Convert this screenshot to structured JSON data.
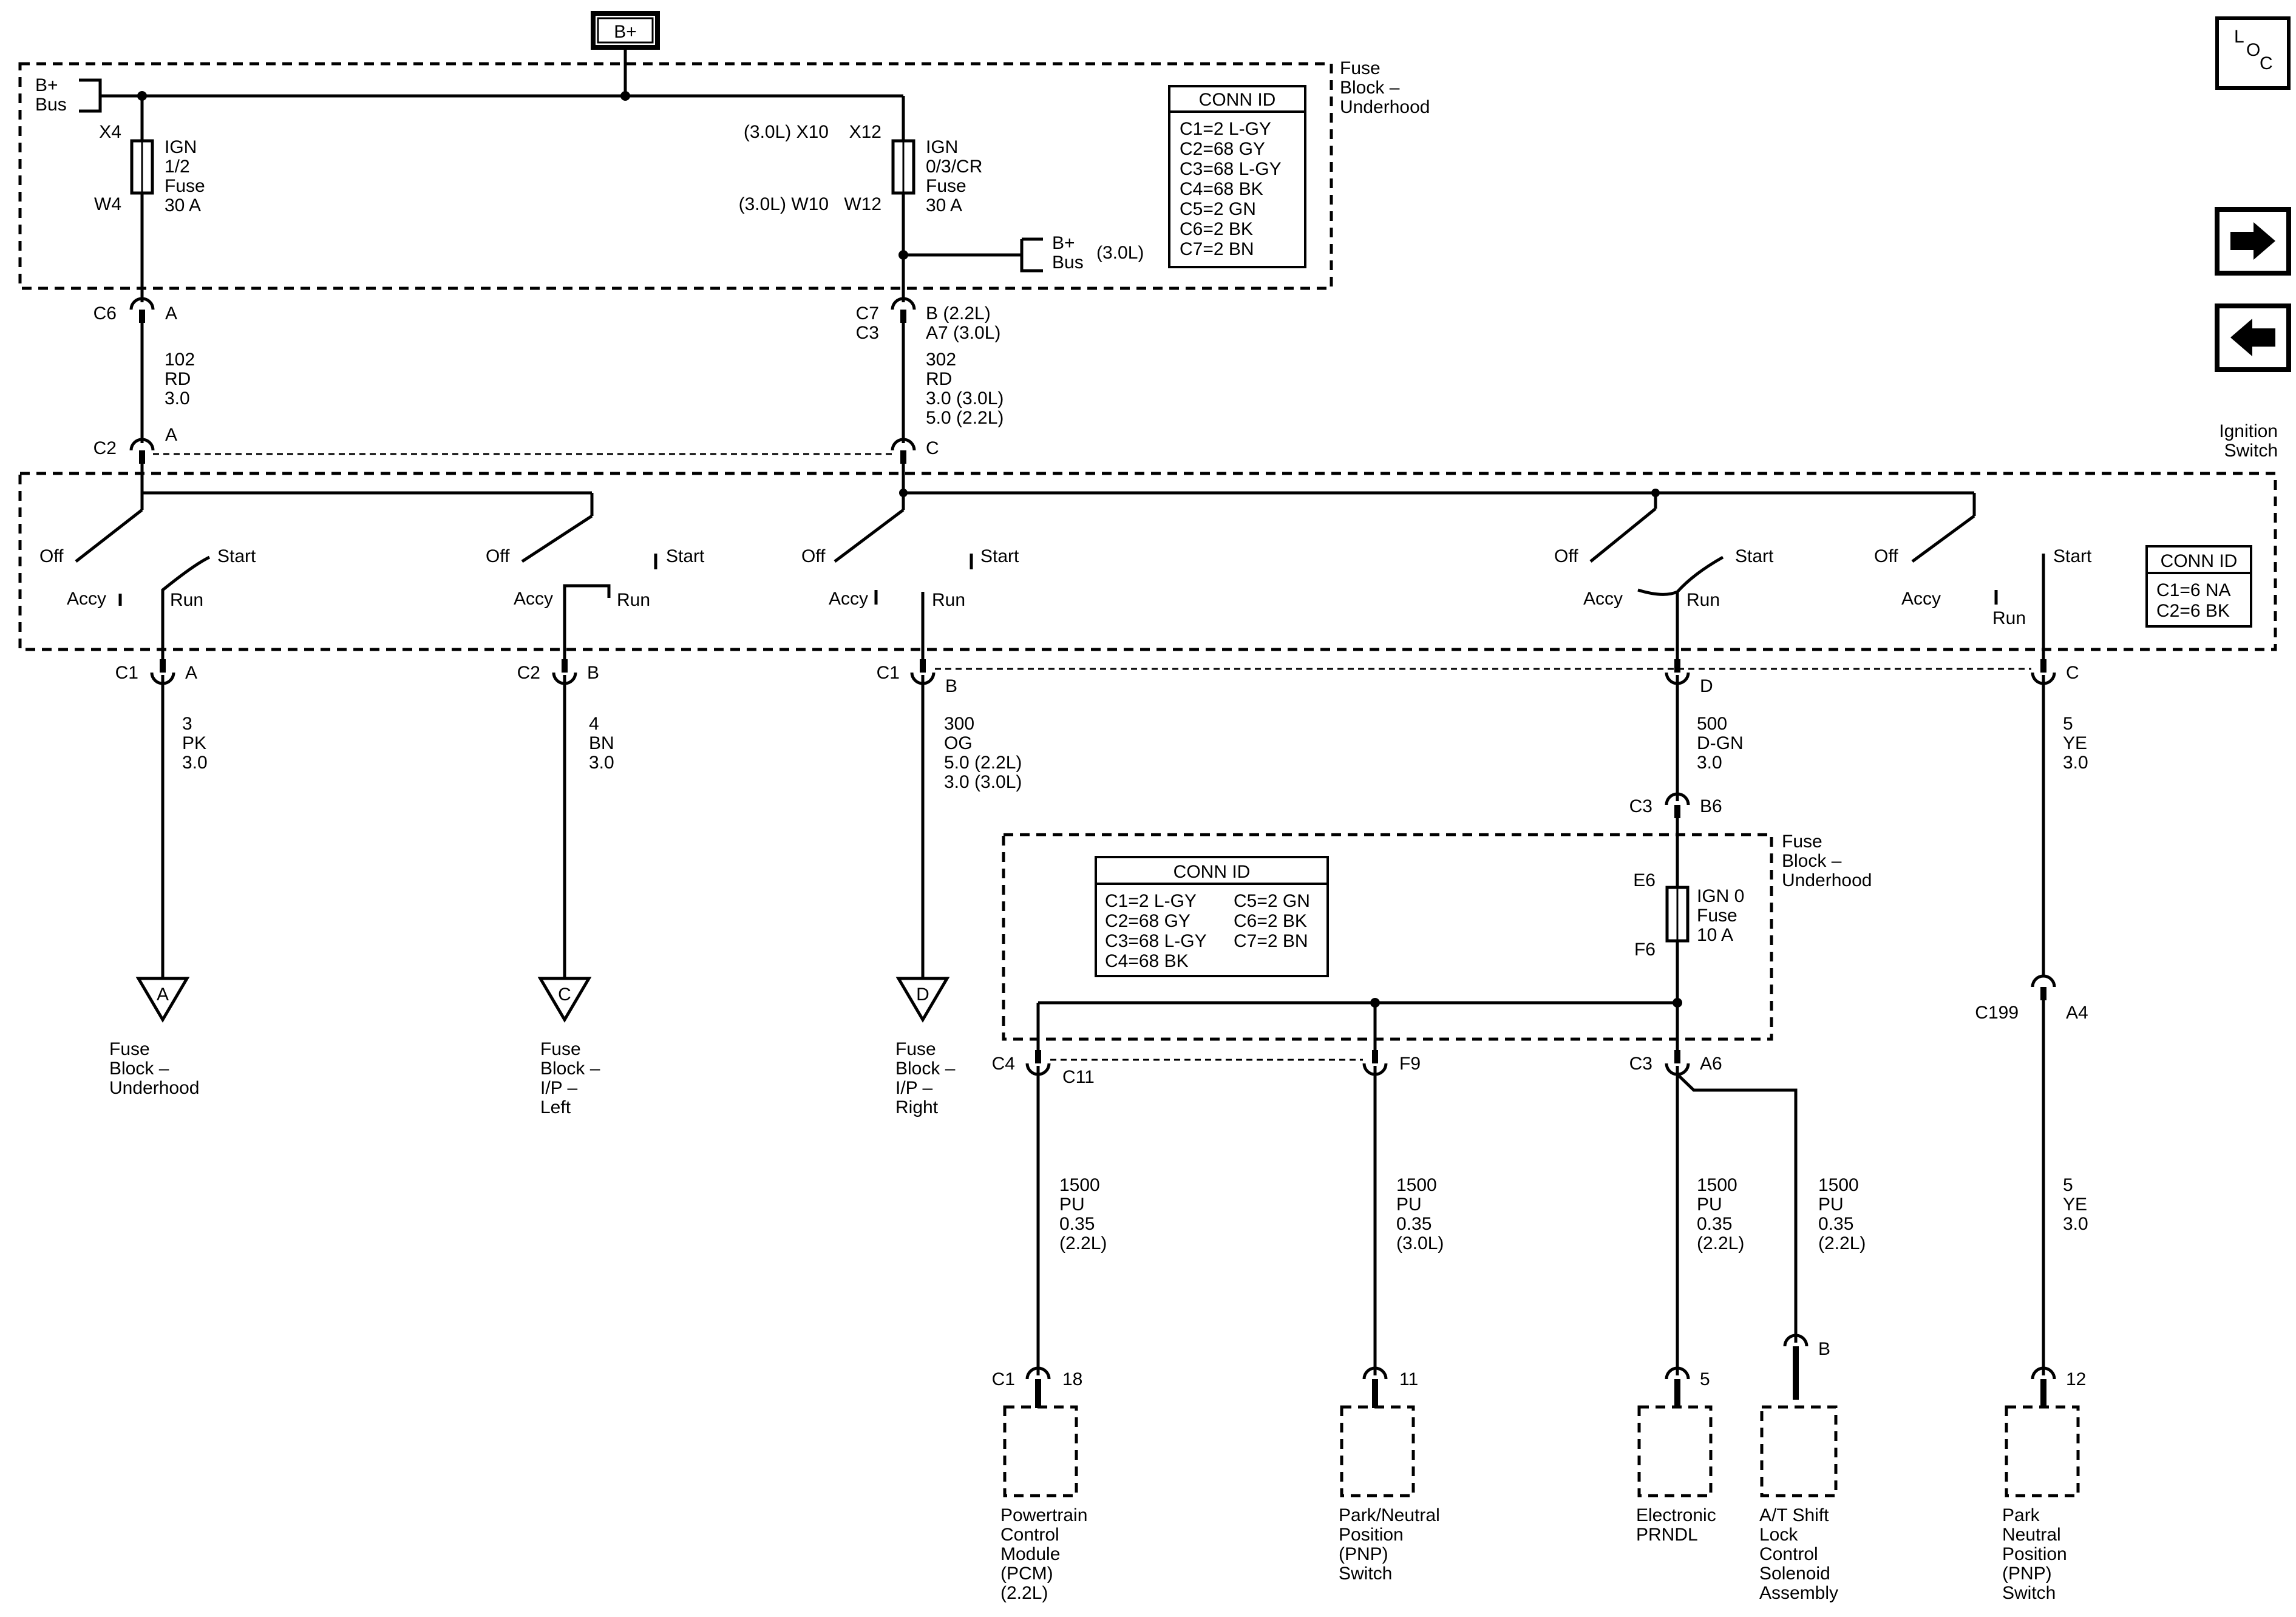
{
  "power": {
    "bplus": "B+"
  },
  "loc": {
    "l": "L",
    "o": "O",
    "c": "C"
  },
  "fuse_block_top": {
    "label": [
      "Fuse",
      "Block –",
      "Underhood"
    ],
    "bus": [
      "B+",
      "Bus"
    ],
    "bus2": [
      "B+",
      "Bus",
      "(3.0L)"
    ],
    "fuse1": {
      "top_pin": "X4",
      "bottom_pin": "W4",
      "label": [
        "IGN",
        "1/2",
        "Fuse",
        "30 A"
      ]
    },
    "fuse2": {
      "top_pin": "X12",
      "top_alt": "(3.0L) X10",
      "bottom_pin": "W12",
      "bottom_alt": "(3.0L) W10",
      "label": [
        "IGN",
        "0/3/CR",
        "Fuse",
        "30 A"
      ]
    },
    "conn_id": {
      "title": "CONN ID",
      "rows": [
        "C1=2 L-GY",
        "C2=68 GY",
        "C3=68 L-GY",
        "C4=68 BK",
        "C5=2 GN",
        "C6=2 BK",
        "C7=2 BN"
      ]
    }
  },
  "connectors_upper": {
    "c6": {
      "conn": "C6",
      "pin": "A"
    },
    "c7": {
      "conn1": "C7",
      "conn2": "C3",
      "pin1": "B (2.2L)",
      "pin2": "A7 (3.0L)"
    },
    "c2a": {
      "conn": "C2",
      "pin": "A"
    },
    "c2c": {
      "pin": "C"
    }
  },
  "wires_upper": {
    "w102": [
      "102",
      "RD",
      "3.0"
    ],
    "w302": [
      "302",
      "RD",
      "3.0 (3.0L)",
      "5.0 (2.2L)"
    ]
  },
  "ignition_switch": {
    "label": [
      "Ignition",
      "Switch"
    ],
    "positions": {
      "off": "Off",
      "accy": "Accy",
      "run": "Run",
      "start": "Start"
    },
    "conn_id": {
      "title": "CONN ID",
      "rows": [
        "C1=6 NA",
        "C2=6 BK"
      ]
    }
  },
  "switch_outputs": [
    {
      "conn": "C1",
      "pin": "A",
      "wire": [
        "3",
        "PK",
        "3.0"
      ],
      "dest_letter": "A",
      "dest": [
        "Fuse",
        "Block –",
        "Underhood"
      ]
    },
    {
      "conn": "C2",
      "pin": "B",
      "wire": [
        "4",
        "BN",
        "3.0"
      ],
      "dest_letter": "C",
      "dest": [
        "Fuse",
        "Block –",
        "I/P –",
        "Left"
      ]
    },
    {
      "conn": "C1",
      "pin": "B",
      "wire": [
        "300",
        "OG",
        "5.0 (2.2L)",
        "3.0 (3.0L)"
      ],
      "dest_letter": "D",
      "dest": [
        "Fuse",
        "Block –",
        "I/P –",
        "Right"
      ]
    },
    {
      "pin": "D",
      "wire": [
        "500",
        "D-GN",
        "3.0"
      ]
    },
    {
      "pin": "C",
      "wire": [
        "5",
        "YE",
        "3.0"
      ]
    }
  ],
  "fuse_block_lower": {
    "label": [
      "Fuse",
      "Block –",
      "Underhood"
    ],
    "in_conn": {
      "conn": "C3",
      "pin": "B6"
    },
    "fuse": {
      "top_pin": "E6",
      "bottom_pin": "F6",
      "label": [
        "IGN 0",
        "Fuse",
        "10 A"
      ]
    },
    "conn_id": {
      "title": "CONN ID",
      "rows_left": [
        "C1=2 L-GY",
        "C2=68 GY",
        "C3=68 L-GY",
        "C4=68 BK"
      ],
      "rows_right": [
        "C5=2 GN",
        "C6=2 BK",
        "C7=2 BN"
      ]
    },
    "out_c4": {
      "conn": "C4",
      "pin": "C11"
    },
    "out_f9": {
      "pin": "F9"
    },
    "out_c3": {
      "conn": "C3",
      "pin": "A6"
    }
  },
  "c199": {
    "conn": "C199",
    "pin": "A4",
    "wire": [
      "5",
      "YE",
      "3.0"
    ]
  },
  "lower_wires": [
    [
      "1500",
      "PU",
      "0.35",
      "(2.2L)"
    ],
    [
      "1500",
      "PU",
      "0.35",
      "(3.0L)"
    ],
    [
      "1500",
      "PU",
      "0.35",
      "(2.2L)"
    ],
    [
      "1500",
      "PU",
      "0.35",
      "(2.2L)"
    ]
  ],
  "components": [
    {
      "conn": "C1",
      "pin": "18",
      "label": [
        "Powertrain",
        "Control",
        "Module",
        "(PCM)",
        "(2.2L)"
      ]
    },
    {
      "pin": "11",
      "label": [
        "Park/Neutral",
        "Position",
        "(PNP)",
        "Switch"
      ]
    },
    {
      "pin": "5",
      "label": [
        "Electronic",
        "PRNDL"
      ]
    },
    {
      "pin": "B",
      "label": [
        "A/T Shift",
        "Lock",
        "Control",
        "Solenoid",
        "Assembly"
      ]
    },
    {
      "pin": "12",
      "label": [
        "Park",
        "Neutral",
        "Position",
        "(PNP)",
        "Switch"
      ]
    }
  ]
}
